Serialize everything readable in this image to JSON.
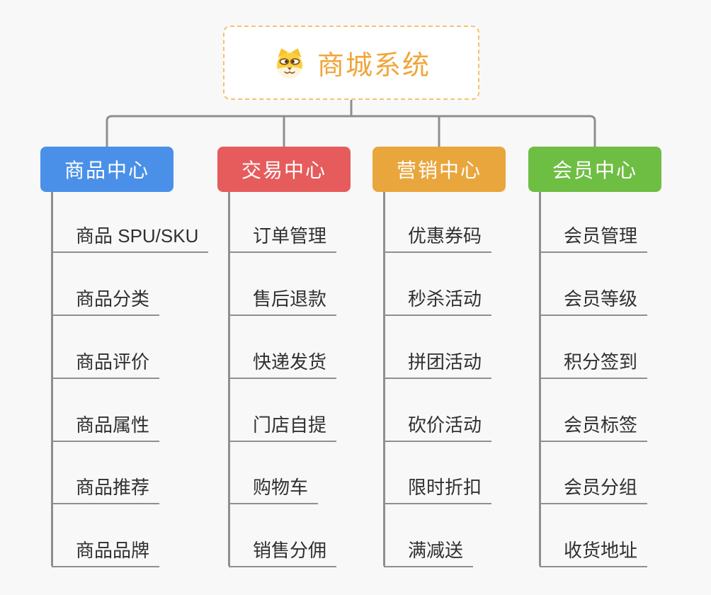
{
  "canvas": {
    "background_color": "#f8f8f8",
    "connector_color": "#8f8f8f"
  },
  "root": {
    "label": "商城系统",
    "icon": "shiba-dog-emoji",
    "text_color": "#f0a63a",
    "border_color": "#f3c371"
  },
  "branches": [
    {
      "label": "商品中心",
      "color": "#4a90e8",
      "items": [
        "商品 SPU/SKU",
        "商品分类",
        "商品评价",
        "商品属性",
        "商品推荐",
        "商品品牌"
      ]
    },
    {
      "label": "交易中心",
      "color": "#e65c5c",
      "items": [
        "订单管理",
        "售后退款",
        "快递发货",
        "门店自提",
        "购物车",
        "销售分佣"
      ]
    },
    {
      "label": "营销中心",
      "color": "#e9a63d",
      "items": [
        "优惠券码",
        "秒杀活动",
        "拼团活动",
        "砍价活动",
        "限时折扣",
        "满减送"
      ]
    },
    {
      "label": "会员中心",
      "color": "#6fbe44",
      "items": [
        "会员管理",
        "会员等级",
        "积分签到",
        "会员标签",
        "会员分组",
        "收货地址"
      ]
    }
  ]
}
